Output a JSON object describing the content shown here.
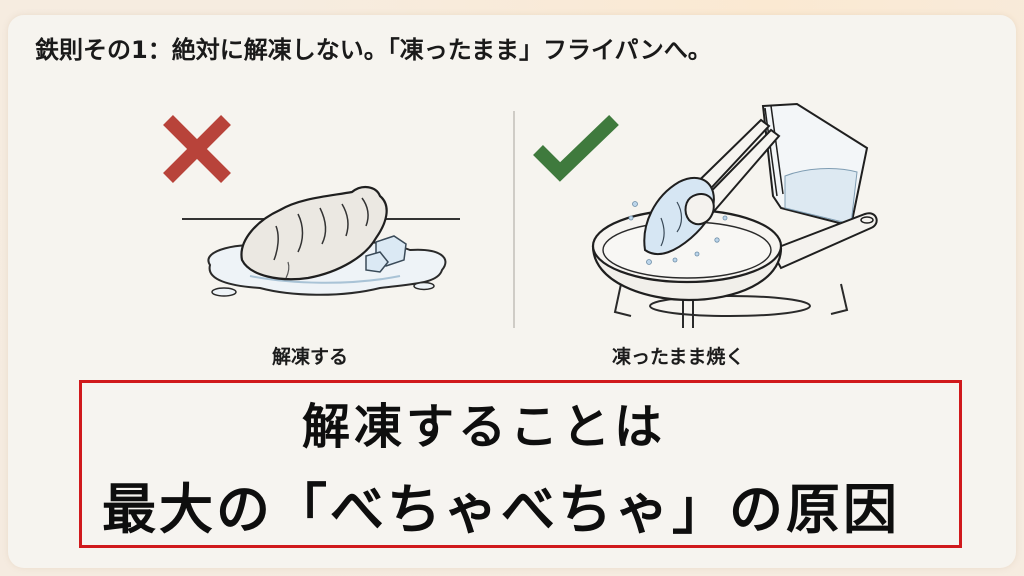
{
  "slide": {
    "headline": "鉄則その1：絶対に解凍しない。「凍ったまま」フライパンへ。",
    "bad_example": {
      "icon": "cross-mark-icon",
      "icon_color": "#b8433a",
      "caption": "解凍する",
      "illustration": "thawed-dumpling-in-water-puddle-with-ice-cubes"
    },
    "good_example": {
      "icon": "check-mark-icon",
      "icon_color": "#3f7a3d",
      "caption": "凍ったまま焼く",
      "illustration": "tongs-placing-frozen-dumpling-into-frying-pan-from-freezer-bag"
    },
    "callout": {
      "line1": "解凍することは",
      "line2": "最大の「べちゃべちゃ」の原因",
      "border_color": "#d0191c"
    }
  },
  "colors": {
    "background": "#f5ebe0",
    "card": "#f6f4ef",
    "text": "#1a1a1a"
  }
}
